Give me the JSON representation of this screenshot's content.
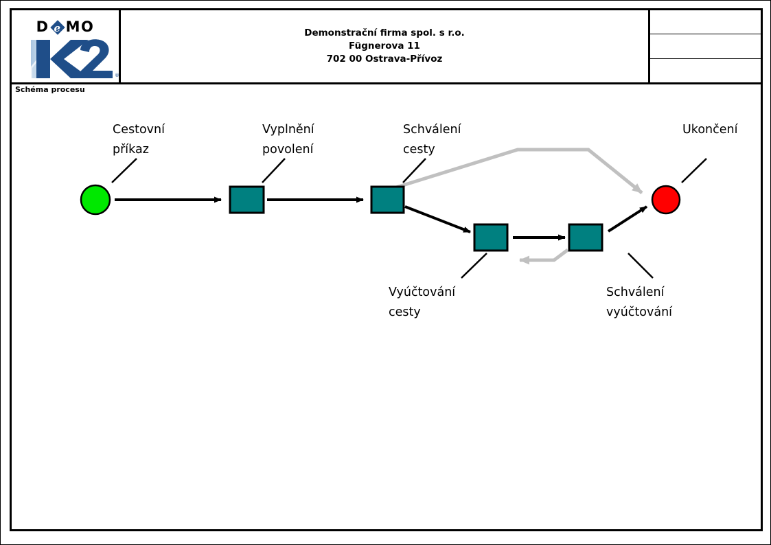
{
  "document": {
    "caption": "Schéma procesu"
  },
  "header": {
    "logo": {
      "wordmark_left": "D",
      "wordmark_diamond": "e",
      "wordmark_right": "MO",
      "brand": "K2",
      "registered": "®"
    },
    "company": {
      "name": "Demonstrační firma spol. s r.o.",
      "street": "Fügnerova 11",
      "city": "702 00 Ostrava-Přívoz"
    },
    "info_cells": [
      "",
      "",
      ""
    ]
  },
  "diagram": {
    "type": "process-flow",
    "colors": {
      "start": "#00E800",
      "end": "#FF0000",
      "task": "#008080",
      "stroke": "#000000",
      "return_arrow": "#C0C0C0"
    },
    "nodes": [
      {
        "id": "start",
        "shape": "circle",
        "label": "",
        "color": "#00E800"
      },
      {
        "id": "task1",
        "shape": "rect",
        "label": "Cestovní příkaz",
        "color": "#008080"
      },
      {
        "id": "task2",
        "shape": "rect",
        "label": "Vyplnění povolení",
        "color": "#008080"
      },
      {
        "id": "task3",
        "shape": "rect",
        "label": "Schválení cesty",
        "color": "#008080"
      },
      {
        "id": "task4",
        "shape": "rect",
        "label": "Vyúčtování cesty",
        "color": "#008080"
      },
      {
        "id": "task5",
        "shape": "rect",
        "label": "Schválení vyúčtování",
        "color": "#008080"
      },
      {
        "id": "end",
        "shape": "circle",
        "label": "Ukončení",
        "color": "#FF0000"
      }
    ],
    "labels": {
      "cestovni_prikaz_1": "Cestovní",
      "cestovni_prikaz_2": "příkaz",
      "vyplneni_povoleni_1": "Vyplnění",
      "vyplneni_povoleni_2": "povolení",
      "schvaleni_cesty_1": "Schválení",
      "schvaleni_cesty_2": "cesty",
      "ukonceni": "Ukončení",
      "vyuctovani_cesty_1": "Vyúčtování",
      "vyuctovani_cesty_2": "cesty",
      "schvaleni_vyuctovani_1": "Schválení",
      "schvaleni_vyuctovani_2": "vyúčtování"
    },
    "edges": [
      {
        "from": "start",
        "to": "task1",
        "style": "solid-black"
      },
      {
        "from": "task1",
        "to": "task2",
        "style": "solid-black"
      },
      {
        "from": "task2",
        "to": "task3",
        "style": "solid-black"
      },
      {
        "from": "task3",
        "to": "task4",
        "style": "solid-black"
      },
      {
        "from": "task4",
        "to": "task5",
        "style": "solid-black"
      },
      {
        "from": "task5",
        "to": "end",
        "style": "solid-black"
      },
      {
        "from": "task3",
        "to": "end",
        "style": "gray-bypass"
      },
      {
        "from": "task5",
        "to": "task4",
        "style": "gray-return"
      }
    ]
  }
}
